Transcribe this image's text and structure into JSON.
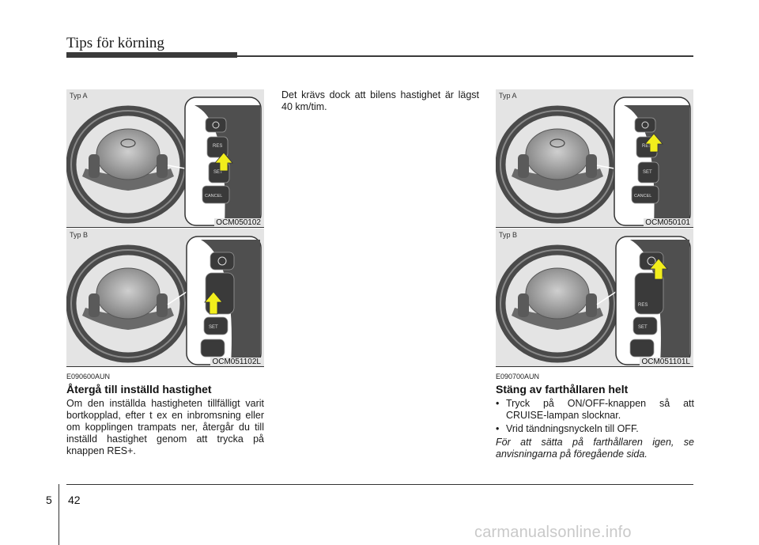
{
  "header": {
    "title": "Tips för körning"
  },
  "figures": [
    {
      "label": "Typ A",
      "code": "OCM050102"
    },
    {
      "label": "Typ B",
      "code": "OCM051102L"
    },
    {
      "label": "Typ A",
      "code": "OCM050101"
    },
    {
      "label": "Typ B",
      "code": "OCM051101L"
    }
  ],
  "switch_labels": {
    "res": "RES",
    "set": "SET",
    "cancel": "CANCEL"
  },
  "section_resume": {
    "code": "E090600AUN",
    "title": "Återgå till inställd hastighet",
    "body": "Om den inställda hastigheten tillfälligt varit bortkopplad, efter t ex en inbromsning eller om kopplingen trampats ner, återgår du till inställd hastighet genom att trycka på knappen RES+.",
    "note": "Det krävs dock att bilens hastighet är lägst 40 km/tim."
  },
  "section_off": {
    "code": "E090700AUN",
    "title": "Stäng av farthållaren helt",
    "bullets": [
      "Tryck på ON/OFF-knappen så att CRUISE-lampan slocknar.",
      "Vrid tändningsnyckeln till OFF."
    ],
    "italic_note": "För att sätta på farthållaren igen, se anvisningarna på föregående sida."
  },
  "footer": {
    "chapter": "5",
    "page": "42"
  },
  "watermark": "carmanualsonline.info",
  "colors": {
    "arrow": "#f2ee1c",
    "rule": "#3a3a3a",
    "figure_bg": "#e4e4e4"
  }
}
